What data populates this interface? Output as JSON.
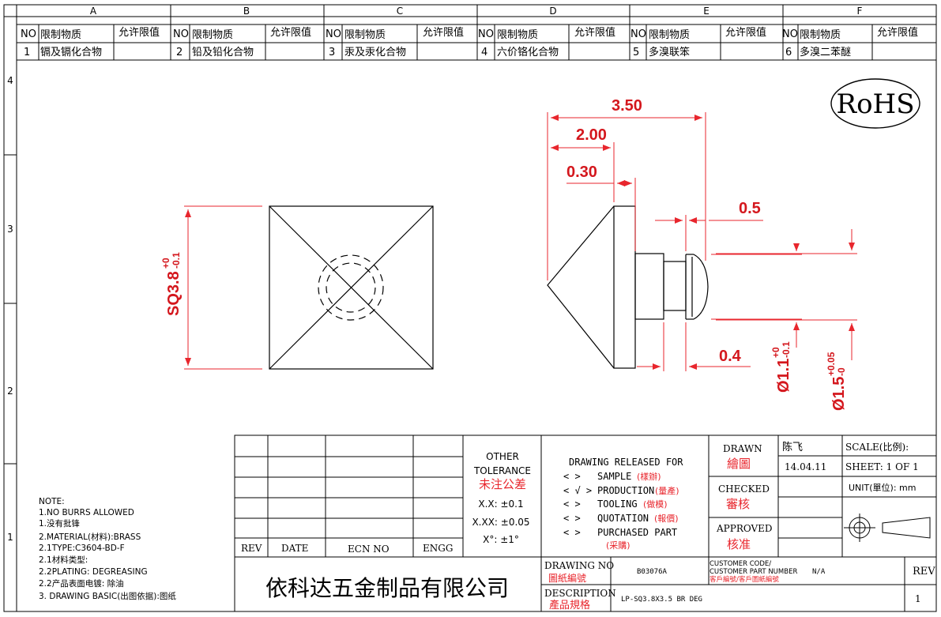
{
  "colors": {
    "line": "#000000",
    "dimension": "#e8262d",
    "background": "#ffffff"
  },
  "zones": {
    "columns": [
      "A",
      "B",
      "C",
      "D",
      "E",
      "F"
    ],
    "rows": [
      "4",
      "3",
      "2",
      "1"
    ]
  },
  "restriction_table": {
    "headers": {
      "no": "NO",
      "substance": "限制物质",
      "limit": "允许限值"
    },
    "items": [
      {
        "no": "1",
        "substance": "镉及镉化合物",
        "limit": ""
      },
      {
        "no": "2",
        "substance": "铅及铅化合物",
        "limit": ""
      },
      {
        "no": "3",
        "substance": "汞及汞化合物",
        "limit": ""
      },
      {
        "no": "4",
        "substance": "六价铬化合物",
        "limit": ""
      },
      {
        "no": "5",
        "substance": "多溴联笨",
        "limit": ""
      },
      {
        "no": "6",
        "substance": "多溴二苯醚",
        "limit": ""
      }
    ]
  },
  "rohs_label": "RoHS",
  "dimensions": {
    "overall_length": "3.50",
    "head_length": "2.00",
    "tip_length": "0.30",
    "pin_length": "0.5",
    "neck_gap": "0.4",
    "square_size": {
      "base": "SQ3.8",
      "upper": "+0",
      "lower": "-0.1"
    },
    "pin_diameter": {
      "base": "Ø1.1",
      "upper": "+0",
      "lower": "-0.1"
    },
    "neck_diameter": {
      "base": "Ø1.5",
      "upper": "+0.05",
      "lower": "-0"
    }
  },
  "notes": {
    "title": "NOTE:",
    "lines": [
      "1.NO BURRS ALLOWED",
      "1.没有批锋",
      "2.MATERIAL(材料):BRASS",
      "2.1TYPE:C3604-BD-F",
      "2.1材料类型:",
      "2.2PLATING: DEGREASING",
      "2.2产品表面电镀: 除油",
      "3. DRAWING BASIC(出图依据):图纸"
    ]
  },
  "revision_block": {
    "rev": "REV",
    "date": "DATE",
    "ecn": "ECN NO",
    "engg": "ENGG"
  },
  "tolerance": {
    "title_line1": "OTHER",
    "title_line2": "TOLERANCE",
    "title_cn": "未注公差",
    "xx": "X.X: ±0.1",
    "xxx": "X.XX: ±0.05",
    "angle": "X°: ±1°"
  },
  "release": {
    "title": "DRAWING RELEASED FOR",
    "items": [
      {
        "mark": "<   >",
        "label": "SAMPLE",
        "cn": "(樣辦)"
      },
      {
        "mark": "< √ >",
        "label": "PRODUCTION",
        "cn": "(量產)"
      },
      {
        "mark": "<   >",
        "label": "TOOLING",
        "cn": "(做模)"
      },
      {
        "mark": "<   >",
        "label": "QUOTATION",
        "cn": "(報價)"
      },
      {
        "mark": "<   >",
        "label": "PURCHASED PART",
        "cn": "(采購)"
      }
    ]
  },
  "approvals": {
    "drawn_label": "DRAWN",
    "drawn_cn": "繪圖",
    "drawn_by": "陈飞",
    "date": "14.04.11",
    "checked_label": "CHECKED",
    "checked_cn": "審核",
    "approved_label": "APPROVED",
    "approved_cn": "核准"
  },
  "scale": {
    "label": "SCALE(比例):",
    "sheet": "SHEET:  1 OF 1",
    "unit": "UNIT(單位): mm"
  },
  "company_name": "依科达五金制品有限公司",
  "drawing_no": {
    "label": "DRAWING NO",
    "label_cn": "圖紙編號",
    "value": "B03076A"
  },
  "customer": {
    "label1": "CUSTOMER CODE/",
    "label2": "CUSTOMER PART NUMBER",
    "label_cn": "客戶編號/客戶圖紙編號",
    "value": "N/A"
  },
  "description": {
    "label": "DESCRIPTION",
    "label_cn": "產品規格",
    "value": "LP-SQ3.8X3.5 BR DEG"
  },
  "rev": {
    "label": "REV",
    "value": "1"
  }
}
